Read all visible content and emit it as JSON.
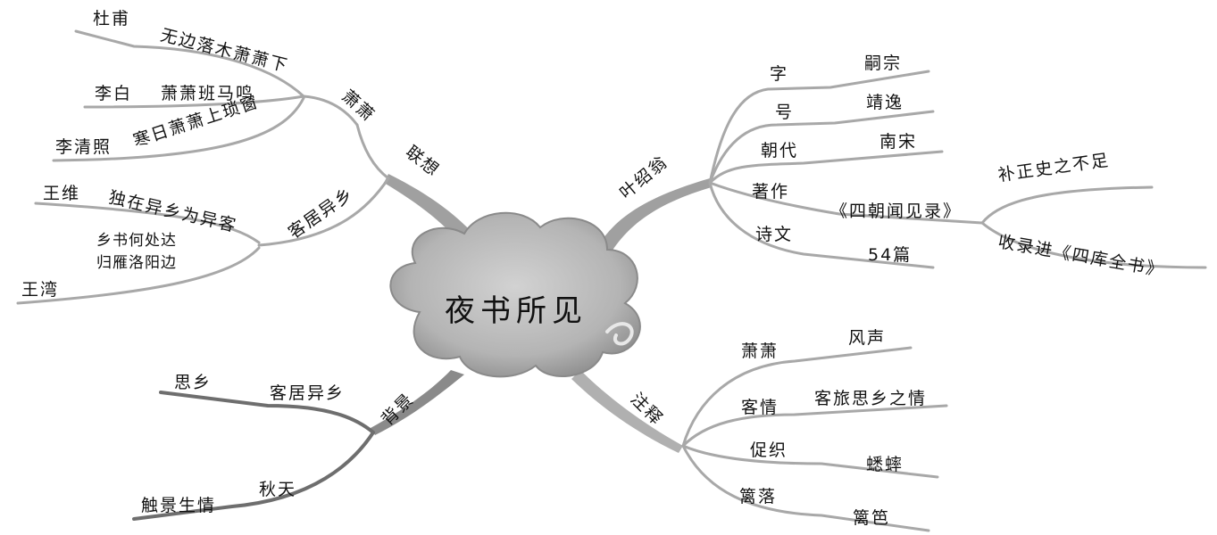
{
  "center": {
    "title": "夜书所见"
  },
  "branches": {
    "lianxiang": {
      "label": "联想",
      "xiaoxiao": {
        "label": "萧萧",
        "items": [
          {
            "poet": "杜甫",
            "line": "无边落木萧萧下"
          },
          {
            "poet": "李白",
            "line": "萧萧班马鸣"
          },
          {
            "poet": "李清照",
            "line": "寒日萧萧上琐窗"
          }
        ]
      },
      "kejuyixiang": {
        "label": "客居异乡",
        "items": [
          {
            "poet": "王维",
            "line": "独在异乡为异客"
          },
          {
            "poet": "王湾",
            "line1": "乡书何处达",
            "line2": "归雁洛阳边"
          }
        ]
      }
    },
    "beijing": {
      "label": "背景",
      "items": [
        {
          "label": "客居异乡",
          "sub": "思乡"
        },
        {
          "label": "秋天",
          "sub": "触景生情"
        }
      ]
    },
    "yeshaoweng": {
      "label": "叶绍翁",
      "items": [
        {
          "label": "字",
          "value": "嗣宗"
        },
        {
          "label": "号",
          "value": "靖逸"
        },
        {
          "label": "朝代",
          "value": "南宋"
        },
        {
          "label": "著作",
          "value": "《四朝闻见录》",
          "subs": [
            "补正史之不足",
            "收录进《四库全书》"
          ]
        },
        {
          "label": "诗文",
          "value": "54篇"
        }
      ]
    },
    "zhushi": {
      "label": "注释",
      "items": [
        {
          "label": "萧萧",
          "value": "风声"
        },
        {
          "label": "客情",
          "value": "客旅思乡之情"
        },
        {
          "label": "促织",
          "value": "蟋蟀"
        },
        {
          "label": "篱落",
          "value": "篱笆"
        }
      ]
    }
  },
  "colors": {
    "line": "#a8a8a8",
    "line_dark": "#6e6e6e",
    "cloud": "#bdbdbd",
    "text": "#111111"
  }
}
